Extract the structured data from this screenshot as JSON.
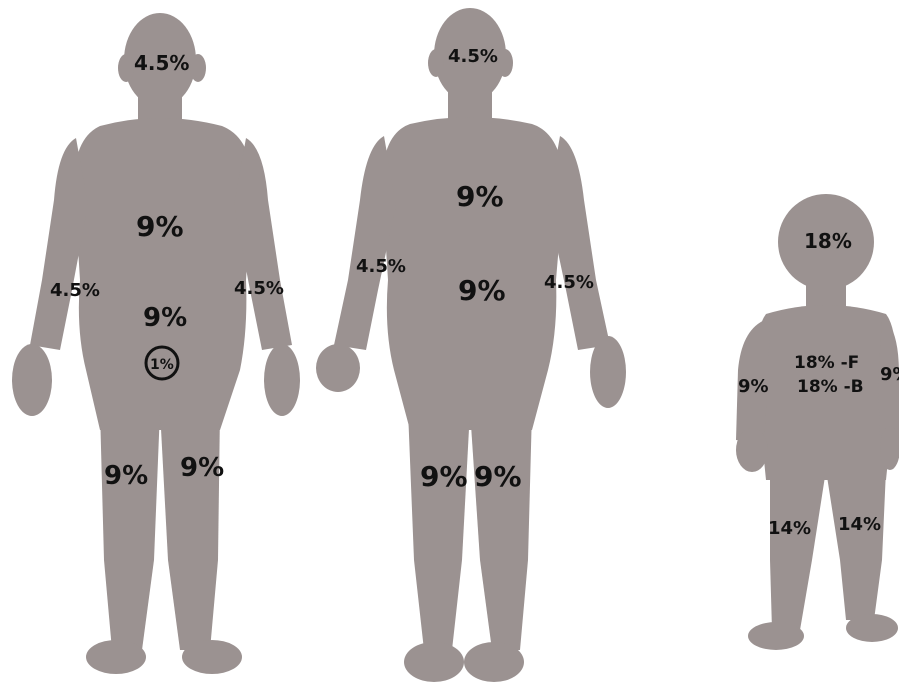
{
  "colors": {
    "background": "#ffffff",
    "silhouette": "#9b9291",
    "ink": "#111111"
  },
  "figures": [
    {
      "id": "adult-front",
      "labels": {
        "head": "4.5%",
        "chest": "9%",
        "abdomen": "9%",
        "genital": "1%",
        "left_arm": "4.5%",
        "right_arm": "4.5%",
        "left_leg": "9%",
        "right_leg": "9%"
      }
    },
    {
      "id": "adult-back",
      "labels": {
        "head": "4.5%",
        "upper_back": "9%",
        "lower_back": "9%",
        "left_arm": "4.5%",
        "right_arm": "4.5%",
        "left_leg": "9%",
        "right_leg": "9%"
      }
    },
    {
      "id": "child",
      "labels": {
        "head": "18%",
        "torso_front": "18% -F",
        "torso_back": "18% -B",
        "left_arm": "9%",
        "right_arm": "9%",
        "left_leg": "14%",
        "right_leg": "14%"
      }
    }
  ]
}
